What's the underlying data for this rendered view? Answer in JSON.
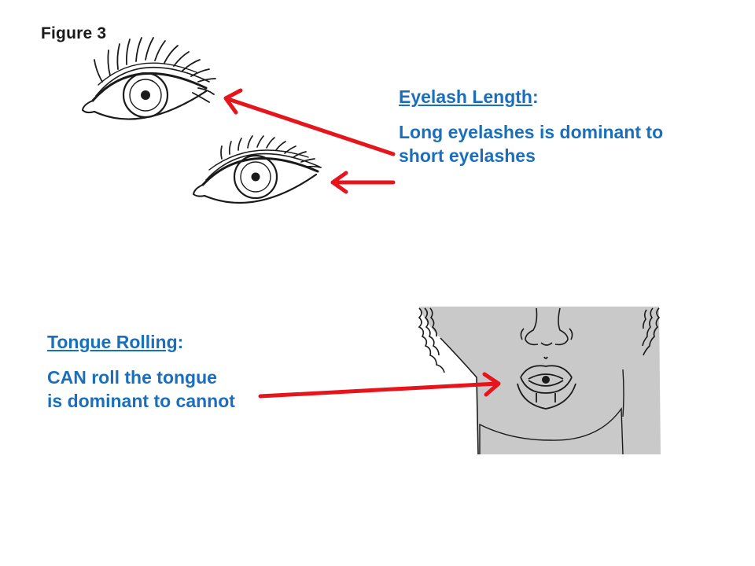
{
  "figure_label": "Figure 3",
  "eyelash": {
    "heading": "Eyelash Length",
    "heading_suffix": ":",
    "line1": "Long eyelashes is dominant to",
    "line2": "short eyelashes"
  },
  "tongue": {
    "heading": "Tongue Rolling",
    "heading_suffix": ":",
    "line1": "CAN roll the tongue",
    "line2": "is dominant to cannot"
  },
  "colors": {
    "text_accent": "#1a6fbd",
    "arrow": "#e8141b",
    "face_fill": "#c9c9c9"
  },
  "icons": [
    "long-eyelash-eye-illustration",
    "short-eyelash-eye-illustration",
    "tongue-rolling-face-illustration",
    "red-arrow"
  ]
}
